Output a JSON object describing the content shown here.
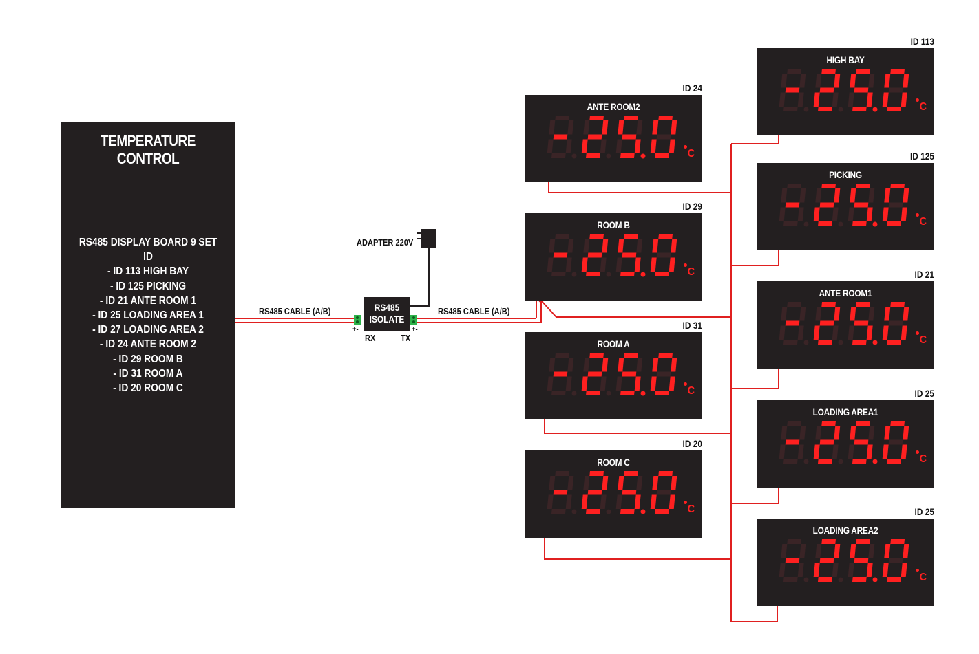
{
  "controller": {
    "title": "TEMPERATURE CONTROL",
    "lines": [
      "RS485 DISPLAY BOARD 9 SET",
      "ID",
      "- ID 113 HIGH BAY",
      "- ID 125 PICKING",
      "- ID 21 ANTE ROOM 1",
      "- ID 25 LOADING AREA 1",
      "- ID 27 LOADING AREA 2",
      "- ID 24 ANTE ROOM 2",
      "- ID 29 ROOM B",
      "- ID 31 ROOM A",
      "- ID 20 ROOM C"
    ]
  },
  "cable_left": "RS485 CABLE (A/B)",
  "cable_right": "RS485 CABLE (A/B)",
  "isolator": {
    "line1": "RS485",
    "line2": "ISOLATE",
    "rx": "RX",
    "tx": "TX",
    "pol_left": "+-",
    "pol_right": "+-"
  },
  "adapter": "ADAPTER 220V",
  "displays": [
    {
      "id": "ID 24",
      "label": "ANTE ROOM2",
      "value": "-25.0",
      "unit": "C"
    },
    {
      "id": "ID 29",
      "label": "ROOM B",
      "value": "-25.0",
      "unit": "C"
    },
    {
      "id": "ID 31",
      "label": "ROOM A",
      "value": "-25.0",
      "unit": "C"
    },
    {
      "id": "ID 20",
      "label": "ROOM C",
      "value": "-25.0",
      "unit": "C"
    },
    {
      "id": "ID 113",
      "label": "HIGH BAY",
      "value": "-25.0",
      "unit": "C"
    },
    {
      "id": "ID 125",
      "label": "PICKING",
      "value": "-25.0",
      "unit": "C"
    },
    {
      "id": "ID 21",
      "label": "ANTE ROOM1",
      "value": "-25.0",
      "unit": "C"
    },
    {
      "id": "ID 25",
      "label": "LOADING AREA1",
      "value": "-25.0",
      "unit": "C"
    },
    {
      "id": "ID 25",
      "label": "LOADING AREA2",
      "value": "-25.0",
      "unit": "C"
    }
  ],
  "colors": {
    "panel": "#231f20",
    "segment_on": "#ff2020",
    "segment_off": "#3a2426",
    "wire": "#e02020",
    "terminal": "#2fb34a"
  }
}
